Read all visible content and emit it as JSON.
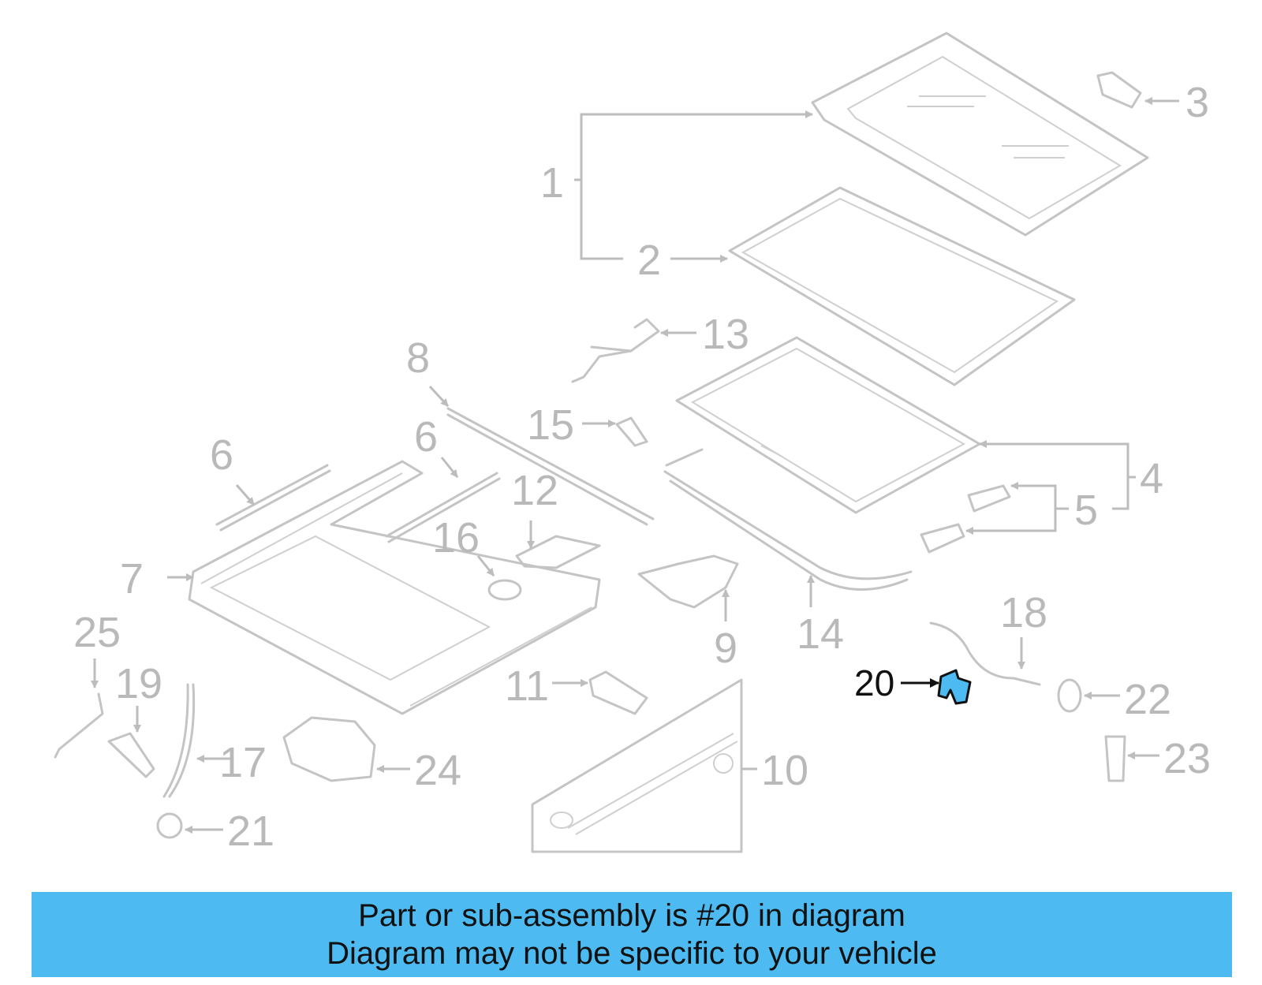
{
  "diagram": {
    "callouts": [
      "1",
      "2",
      "3",
      "4",
      "5",
      "6",
      "6",
      "7",
      "8",
      "9",
      "10",
      "11",
      "12",
      "13",
      "14",
      "15",
      "16",
      "17",
      "18",
      "19",
      "21",
      "22",
      "23",
      "24",
      "25"
    ],
    "highlighted_callout": "20",
    "highlight_color": "#4dbaf1",
    "line_color": "#c4c4c4"
  },
  "banner": {
    "line1": "Part or sub-assembly is #20 in diagram",
    "line2": "Diagram may not be specific to your vehicle",
    "background": "#4dbaf1"
  }
}
